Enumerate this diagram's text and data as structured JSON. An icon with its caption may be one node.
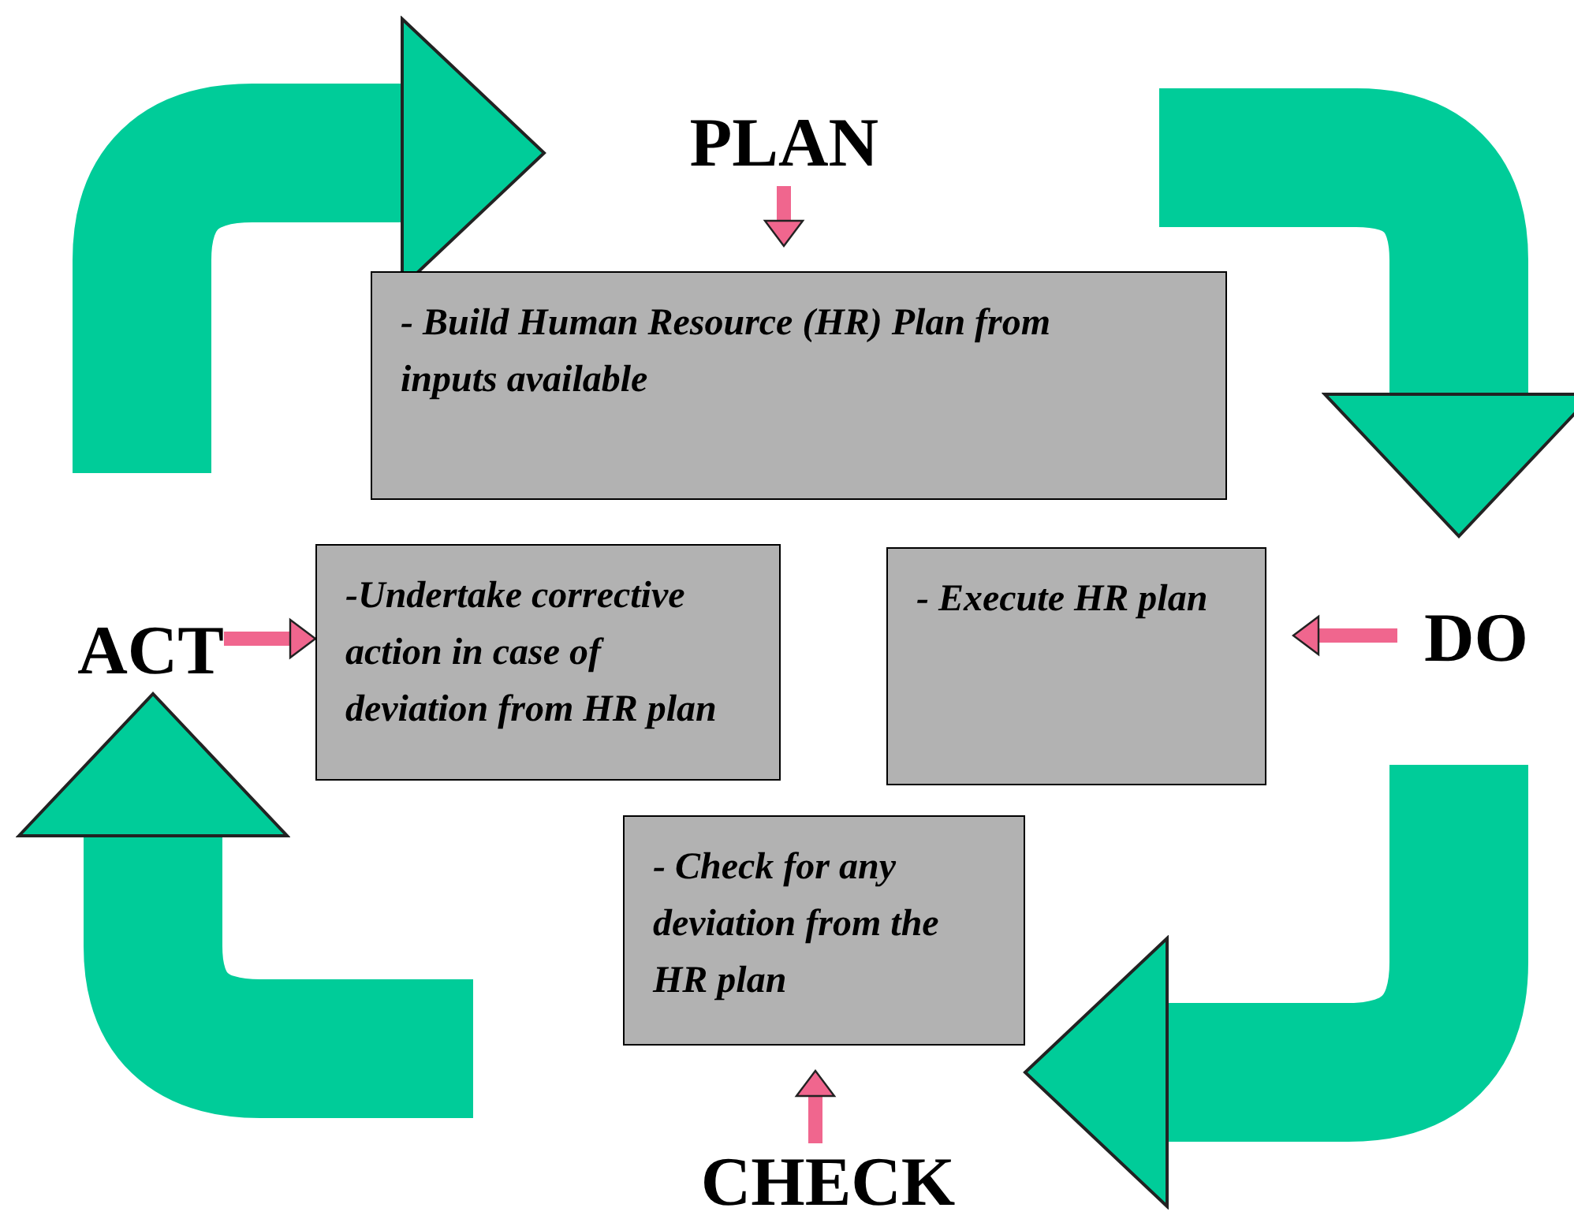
{
  "diagram": {
    "nodes": [
      {
        "text": [
          "PLAN"
        ]
      },
      {
        "text": [
          "- Build Human Resource (HR) Plan from inputs available"
        ]
      },
      {
        "text": [
          "DO"
        ]
      },
      {
        "text": [
          "- Execute HR plan"
        ]
      },
      {
        "text": [
          "CHECK"
        ]
      },
      {
        "text": [
          "- Check for any deviation from the HR plan"
        ]
      },
      {
        "text": [
          "ACT"
        ]
      },
      {
        "text": [
          "-Undertake corrective action in case of deviation from HR plan"
        ]
      }
    ],
    "edges": [
      {
        "from": 0,
        "to": 1,
        "arrow": "to",
        "color": "#f0668e"
      },
      {
        "from": 2,
        "to": 3,
        "arrow": "to",
        "color": "#f0668e"
      },
      {
        "from": 4,
        "to": 5,
        "arrow": "to",
        "color": "#f0668e"
      },
      {
        "from": 6,
        "to": 7,
        "arrow": "to",
        "color": "#f0668e"
      },
      {
        "from": null,
        "to": 0,
        "arrow": "to",
        "style": "thick",
        "color": "#00cc99"
      },
      {
        "from": null,
        "to": 2,
        "arrow": "to",
        "style": "thick",
        "color": "#00cc99"
      },
      {
        "from": null,
        "to": 5,
        "arrow": "to",
        "style": "thick",
        "color": "#00cc99"
      },
      {
        "from": null,
        "to": 6,
        "arrow": "to",
        "style": "thick",
        "color": "#00cc99"
      }
    ]
  }
}
